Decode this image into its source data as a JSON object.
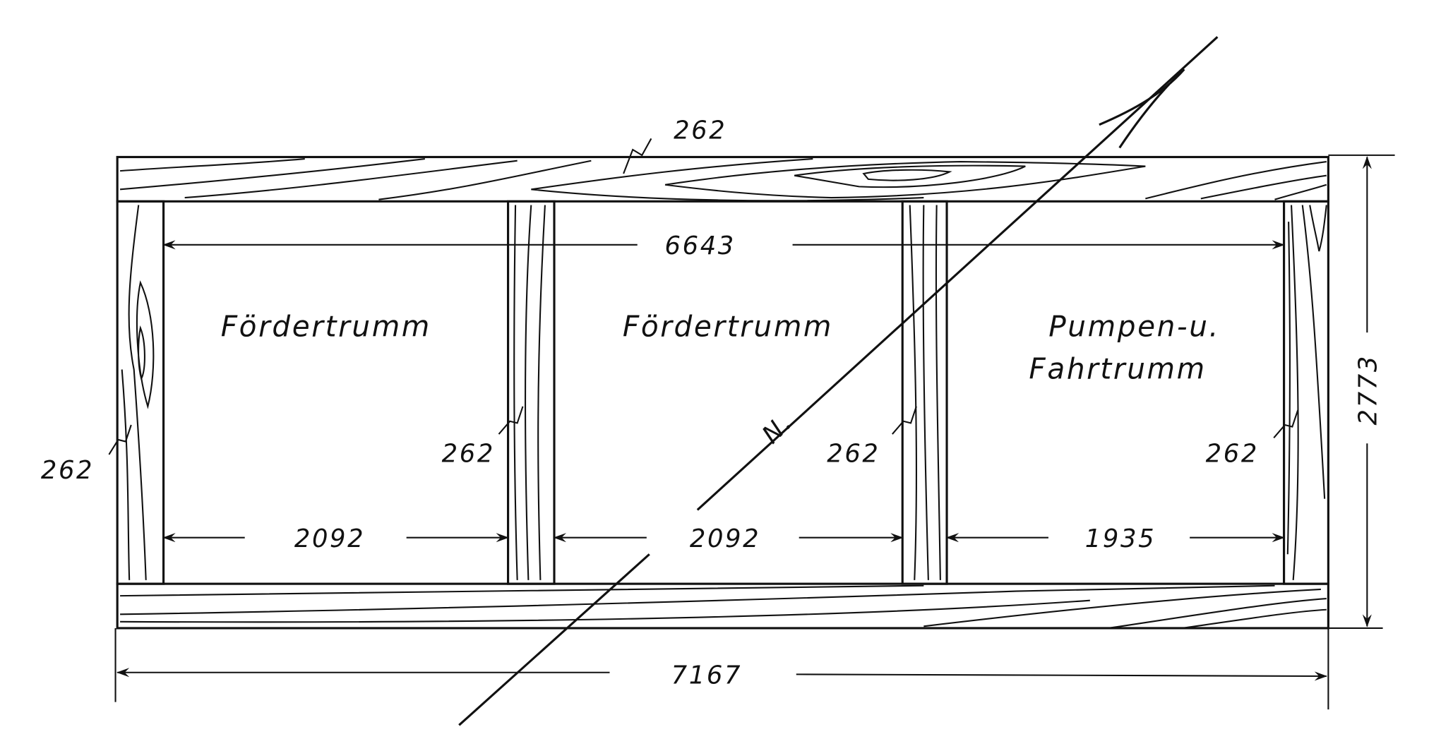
{
  "drawing": {
    "compartments": [
      {
        "label": "Fördertrumm"
      },
      {
        "label": "Fördertrumm"
      },
      {
        "label_line1": "Pumpen-u.",
        "label_line2": "Fahrtrumm"
      }
    ],
    "dimensions": {
      "inner_width": "6643",
      "outer_width": "7167",
      "outer_height": "2773",
      "compartment_widths": [
        "2092",
        "2092",
        "1935"
      ],
      "timber_thickness_top": "262",
      "timber_thickness_posts": [
        "262",
        "262",
        "262",
        "262"
      ]
    },
    "north_label": "N."
  }
}
